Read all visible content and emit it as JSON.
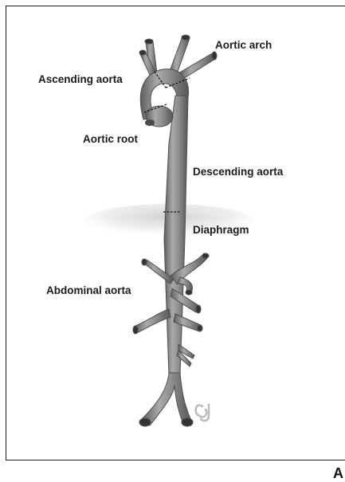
{
  "labels": {
    "aortic_arch": "Aortic arch",
    "ascending_aorta": "Ascending aorta",
    "aortic_root": "Aortic root",
    "descending_aorta": "Descending aorta",
    "diaphragm": "Diaphragm",
    "abdominal_aorta": "Abdominal aorta"
  },
  "panel_letter": "A",
  "colors": {
    "vessel": "#8c8c8c",
    "vessel_dark": "#5a5a5a",
    "vessel_light": "#b8b8b8",
    "frame": "#1a1a1a",
    "label": "#1b1b1b"
  }
}
